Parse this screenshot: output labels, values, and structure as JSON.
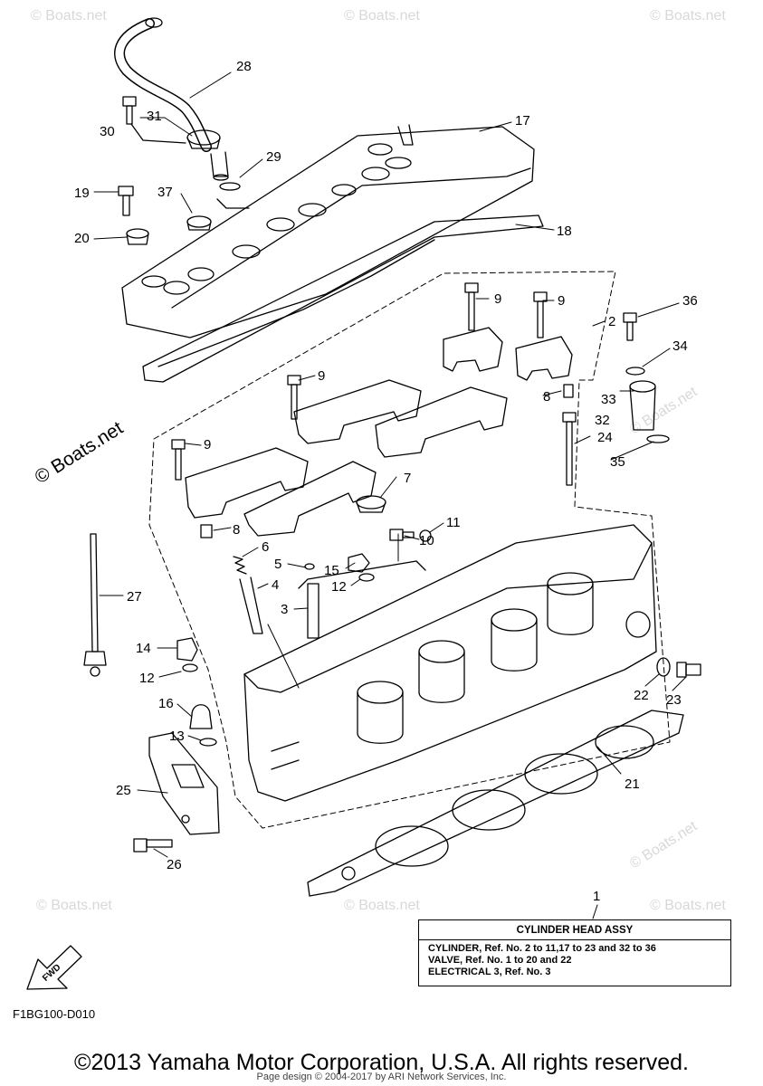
{
  "watermark": {
    "text": "© Boats.net"
  },
  "callouts": [
    {
      "id": "c28",
      "label": "28"
    },
    {
      "id": "c30",
      "label": "30"
    },
    {
      "id": "c31",
      "label": "31"
    },
    {
      "id": "c17",
      "label": "17"
    },
    {
      "id": "c29",
      "label": "29"
    },
    {
      "id": "c19",
      "label": "19"
    },
    {
      "id": "c37",
      "label": "37"
    },
    {
      "id": "c20",
      "label": "20"
    },
    {
      "id": "c18",
      "label": "18"
    },
    {
      "id": "c9a",
      "label": "9"
    },
    {
      "id": "c9b",
      "label": "9"
    },
    {
      "id": "c36",
      "label": "36"
    },
    {
      "id": "c2",
      "label": "2"
    },
    {
      "id": "c34",
      "label": "34"
    },
    {
      "id": "c9c",
      "label": "9"
    },
    {
      "id": "c8a",
      "label": "8"
    },
    {
      "id": "c33",
      "label": "33"
    },
    {
      "id": "c32",
      "label": "32"
    },
    {
      "id": "c9d",
      "label": "9"
    },
    {
      "id": "c24",
      "label": "24"
    },
    {
      "id": "c35",
      "label": "35"
    },
    {
      "id": "c7",
      "label": "7"
    },
    {
      "id": "c8b",
      "label": "8"
    },
    {
      "id": "c10",
      "label": "10"
    },
    {
      "id": "c11",
      "label": "11"
    },
    {
      "id": "c6",
      "label": "6"
    },
    {
      "id": "c5",
      "label": "5"
    },
    {
      "id": "c15",
      "label": "15"
    },
    {
      "id": "c27",
      "label": "27"
    },
    {
      "id": "c4",
      "label": "4"
    },
    {
      "id": "c12a",
      "label": "12"
    },
    {
      "id": "c3",
      "label": "3"
    },
    {
      "id": "c14",
      "label": "14"
    },
    {
      "id": "c12b",
      "label": "12"
    },
    {
      "id": "c22",
      "label": "22"
    },
    {
      "id": "c23",
      "label": "23"
    },
    {
      "id": "c16",
      "label": "16"
    },
    {
      "id": "c13",
      "label": "13"
    },
    {
      "id": "c21",
      "label": "21"
    },
    {
      "id": "c25",
      "label": "25"
    },
    {
      "id": "c26",
      "label": "26"
    },
    {
      "id": "c1",
      "label": "1"
    }
  ],
  "legend": {
    "title": "CYLINDER HEAD ASSY",
    "lines": [
      "CYLINDER,  Ref. No. 2 to 11,17 to 23 and 32 to 36",
      "VALVE,  Ref. No. 1 to 20 and 22",
      "ELECTRICAL 3,  Ref. No. 3"
    ]
  },
  "fwd_label": "FWD",
  "diagram_code": "F1BG100-D010",
  "copyright": "©2013 Yamaha Motor Corporation, U.S.A. All rights reserved.",
  "page_credit": "Page design © 2004-2017 by ARI Network Services, Inc."
}
